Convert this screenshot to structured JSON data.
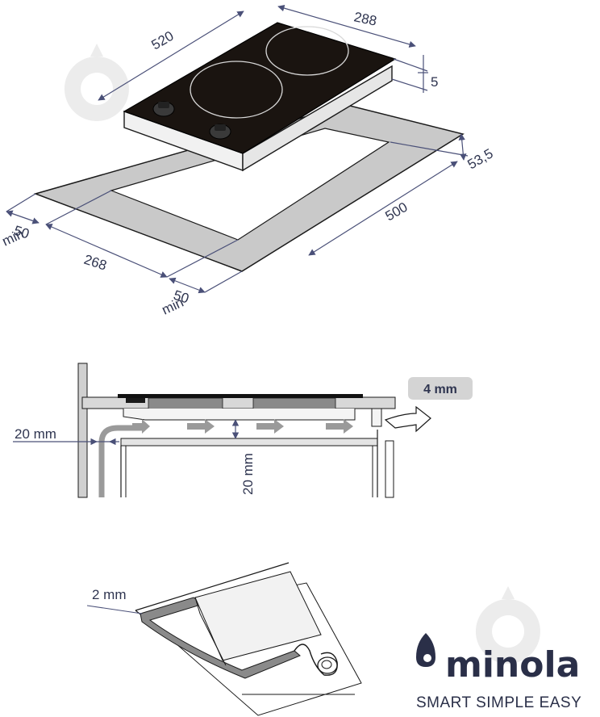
{
  "colors": {
    "navy": "#2f3550",
    "dim_line": "#4a5078",
    "cutout": "#c9c9c9",
    "glass": "#1a1410",
    "frame": "#ececec",
    "arrow_gray": "#9a9a9a",
    "watermark": "#e8e8e8"
  },
  "dimensions": {
    "width_520": "520",
    "depth_288": "288",
    "glass_5": "5",
    "height_53_5": "53,5",
    "cutout_500": "500",
    "cutout_268": "268",
    "left_50": "50",
    "left_min": "min",
    "bottom_50": "50",
    "bottom_min": "min"
  },
  "section": {
    "gap_left": "20 mm",
    "gap_vertical": "20 mm",
    "badge": "4 mm"
  },
  "seal": {
    "label": "2 mm"
  },
  "brand": {
    "name": "minola",
    "tagline": "SMART SIMPLE EASY"
  }
}
